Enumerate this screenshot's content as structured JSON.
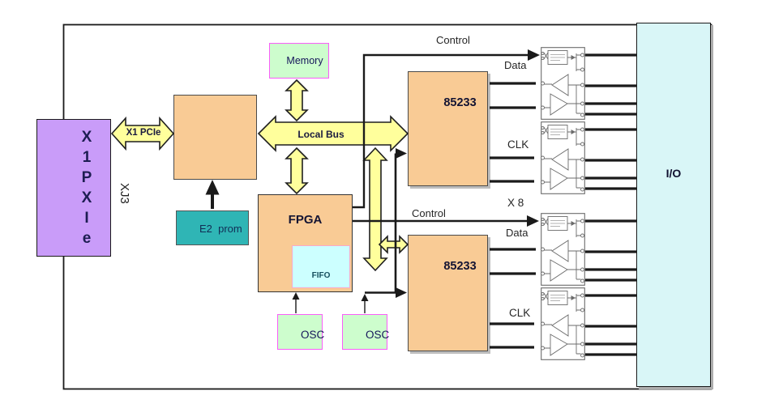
{
  "diagram": {
    "blocks": {
      "pxie_connector": {
        "letters": [
          "X",
          "1",
          "P",
          "X",
          "I",
          "e"
        ],
        "side_label": "XJ3"
      },
      "memory": {
        "label": "Memory"
      },
      "e2prom": {
        "label": "E2  prom"
      },
      "fpga": {
        "label": "FPGA"
      },
      "fifo": {
        "label": "FIFO"
      },
      "osc_left": {
        "label": "OSC"
      },
      "osc_right": {
        "label": "OSC"
      },
      "transceiver_chip_top": {
        "label": "85233"
      },
      "transceiver_chip_bottom": {
        "label": "85233"
      },
      "io_panel": {
        "label": "I/O"
      }
    },
    "connections": {
      "pcie_bus": {
        "label": "X1 PCIe"
      },
      "local_bus": {
        "label": "Local Bus"
      },
      "control_top": {
        "label": "Control"
      },
      "control_bottom": {
        "label": "Control"
      },
      "data_top": {
        "label": "Data"
      },
      "data_bottom": {
        "label": "Data"
      },
      "clk_top": {
        "label": "CLK"
      },
      "clk_bottom": {
        "label": "CLK"
      },
      "channel_count": {
        "label": "X 8"
      }
    },
    "colors": {
      "bus_yellow": "#ffff9c",
      "block_orange": "#f9cb95",
      "connector_purple": "#c99cf9",
      "prom_teal": "#2fb5b5",
      "memory_green": "#cdfdcd",
      "io_cyan": "#d9f6f7",
      "fifo_cyan": "#ccffff",
      "magenta_border": "#f95df9",
      "line_black": "#1a1a1a"
    }
  }
}
